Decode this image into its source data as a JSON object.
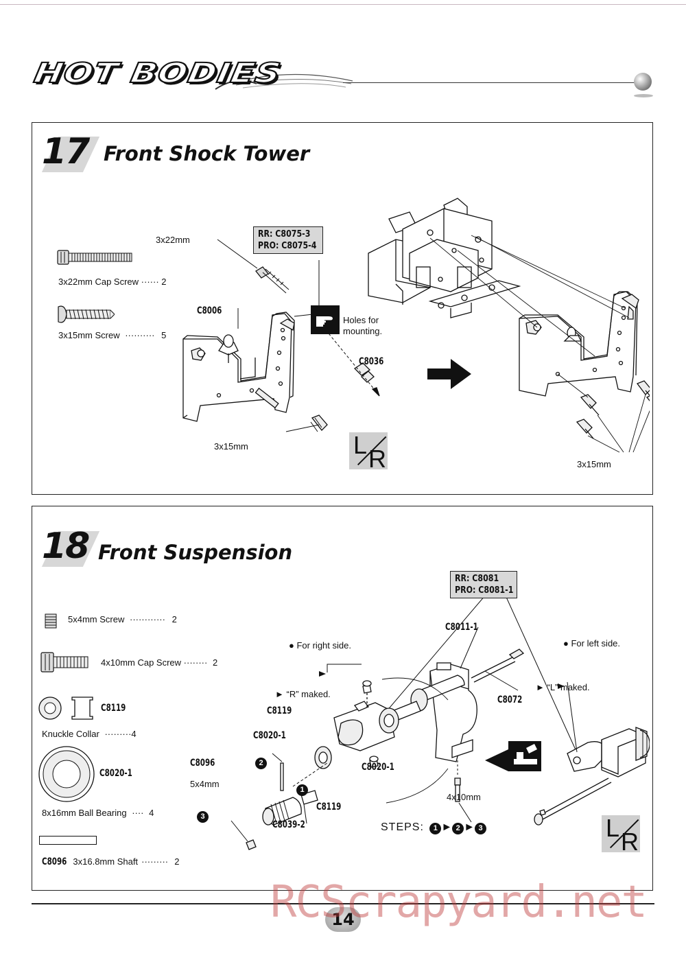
{
  "brand": {
    "logo_text": "HOT BODIES"
  },
  "step17": {
    "number": "17",
    "title": "Front Shock Tower",
    "parts_list": [
      {
        "label": "3x22mm Cap Screw",
        "dots": "······",
        "qty": "2"
      },
      {
        "label": "3x15mm Screw",
        "dots": "··········",
        "qty": "5"
      }
    ],
    "callouts": {
      "screw_3x22": "3x22mm",
      "c8006": "C8006",
      "ref_rr": "RR: C8075-3",
      "ref_pro": "PRO: C8075-4",
      "holes_line1": "Holes for",
      "holes_line2": "mounting.",
      "c8036": "C8036",
      "screw_3x15_left": "3x15mm",
      "screw_3x15_right": "3x15mm"
    },
    "lr_badge": {
      "l": "L",
      "r": "R"
    }
  },
  "step18": {
    "number": "18",
    "title": "Front Suspension",
    "parts_list": {
      "screw_5x4": {
        "label": "5x4mm  Screw",
        "dots": "············",
        "qty": "2"
      },
      "cap_4x10": {
        "label": "4x10mm Cap Screw",
        "dots": "········",
        "qty": "2"
      },
      "knuckle_collar": {
        "code": "C8119",
        "label": "Knuckle Collar",
        "dots": "·········",
        "qty": "4"
      },
      "bearing": {
        "code": "C8020-1",
        "label": "8x16mm Ball Bearing",
        "dots": "····",
        "qty": "4"
      },
      "shaft": {
        "code": "C8096",
        "label": "3x16.8mm Shaft",
        "dots": "·········",
        "qty": "2"
      }
    },
    "callouts": {
      "ref_rr": "RR: C8081",
      "ref_pro": "PRO: C8081-1",
      "c8011": "C8011-1",
      "right_side": "For right side.",
      "left_side": "For left side.",
      "r_maked": "“R” maked.",
      "l_maked": "“L” maked.",
      "c8072": "C8072",
      "c8119_top": "C8119",
      "c8020_left": "C8020-1",
      "c8020_right": "C8020-1",
      "c8096": "C8096",
      "screw_5x4": "5x4mm",
      "c8119_bottom": "C8119",
      "c8039": "C8039-2",
      "screw_4x10": "4x10mm",
      "steps_label": "STEPS:",
      "step_1": "1",
      "step_2": "2",
      "step_3": "3"
    },
    "lr_badge": {
      "l": "L",
      "r": "R"
    }
  },
  "footer": {
    "page_number": "14",
    "watermark": "RCScrapyard.net"
  }
}
